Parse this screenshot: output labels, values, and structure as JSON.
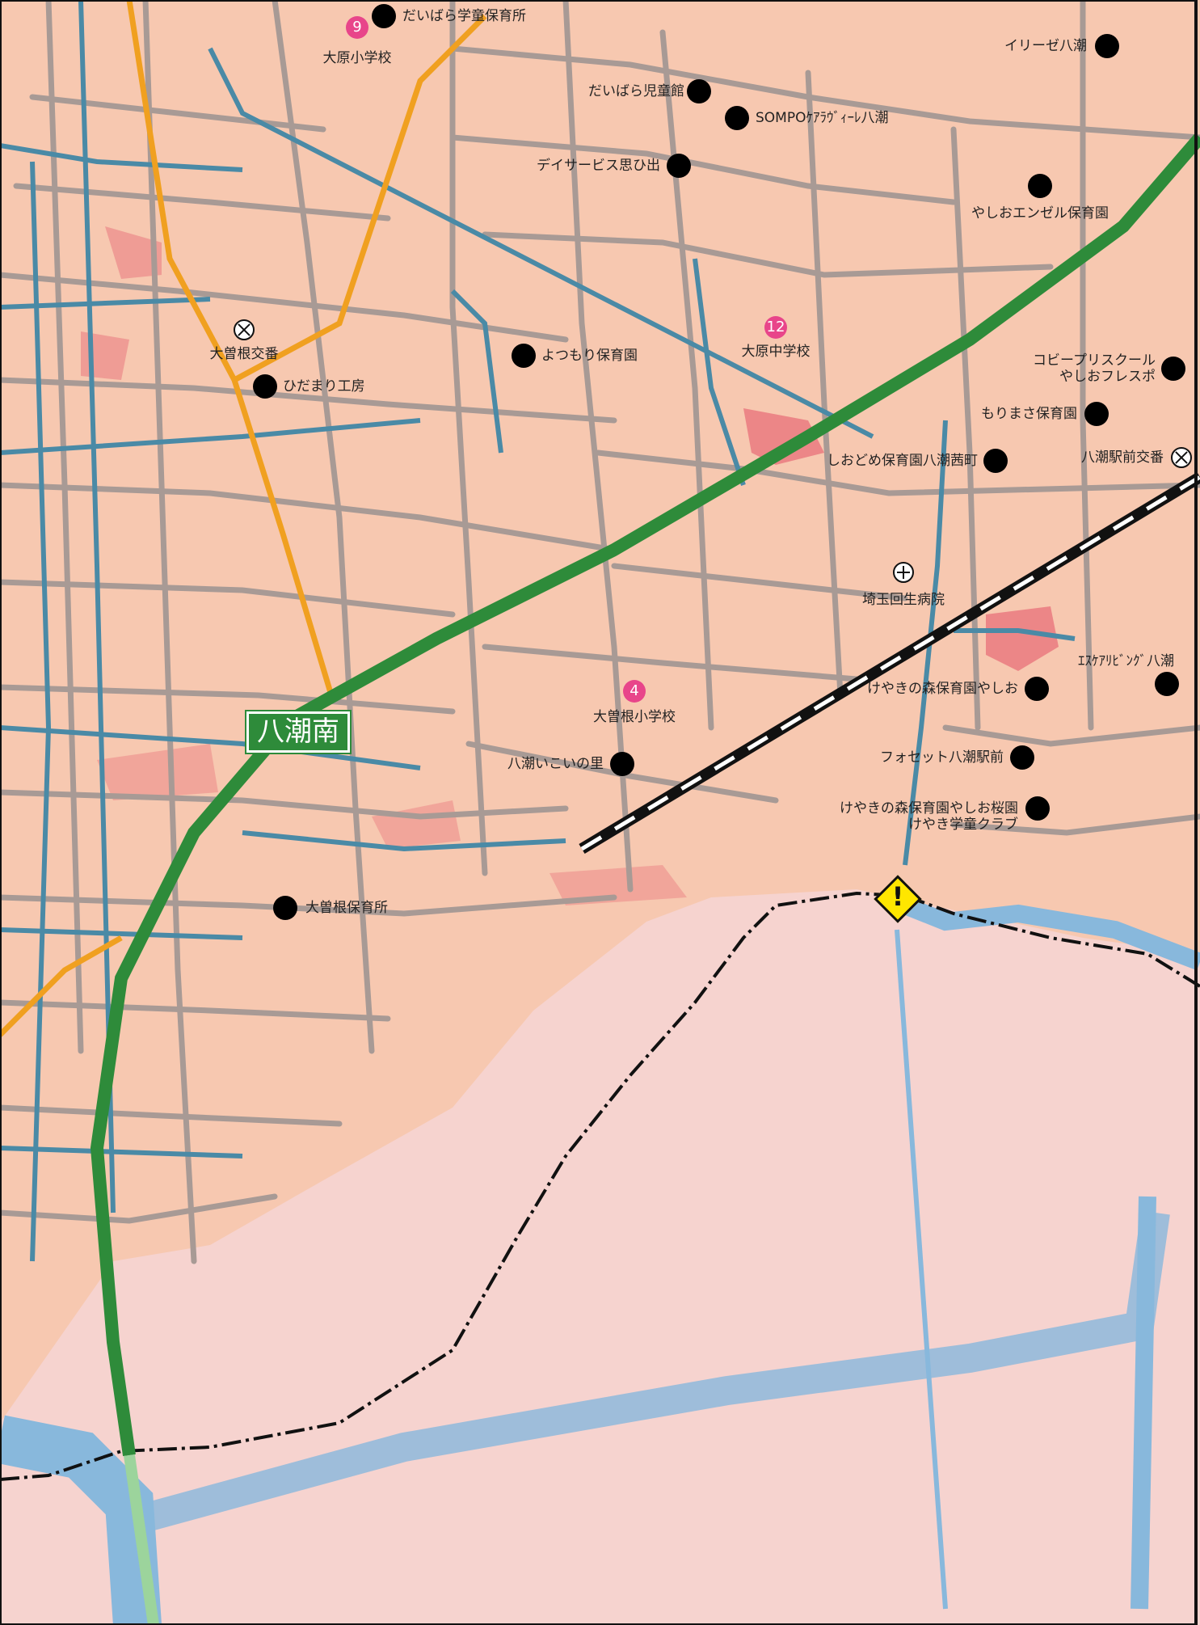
{
  "colors": {
    "land": "#f7c8b0",
    "flood_zone": "#f6d3cf",
    "flood_high": "#e8707a",
    "road_minor": "#a89a95",
    "road_blue": "#4a8aa6",
    "route_orange": "#f0a020",
    "expressway_green": "#2e8b3a",
    "river": "#88b8dc",
    "railway": "#111111"
  },
  "station": {
    "name": "八潮南"
  },
  "warning_marker": {
    "symbol": "!"
  },
  "schools": [
    {
      "number": "9",
      "name": "大原小学校",
      "color": "#e8458a"
    },
    {
      "number": "12",
      "name": "大原中学校",
      "color": "#e8458a"
    },
    {
      "number": "4",
      "name": "大曽根小学校",
      "color": "#e8458a"
    }
  ],
  "police_boxes": [
    {
      "name": "大曽根交番",
      "icon": "koban-icon"
    },
    {
      "name": "八潮駅前交番",
      "icon": "koban-icon"
    }
  ],
  "hospital": {
    "name": "埼玉回生病院",
    "icon": "hospital-cross-icon"
  },
  "facilities": [
    {
      "name": "だいばら学童保育所"
    },
    {
      "name": "イリーゼ八潮"
    },
    {
      "name": "だいばら児童館"
    },
    {
      "name": "SOMPOｹｱﾗｳﾞｨｰﾚ八潮"
    },
    {
      "name": "デイサービス思ひ出"
    },
    {
      "name": "やしおエンゼル保育園"
    },
    {
      "name": "よつもり保育園"
    },
    {
      "name": "ひだまり工房"
    },
    {
      "name": "コビープリスクール\nやしおフレスポ"
    },
    {
      "name": "もりまさ保育園"
    },
    {
      "name": "しおどめ保育園八潮茜町"
    },
    {
      "name": "ｴｽｹｱﾘﾋﾞﾝｸﾞ八潮"
    },
    {
      "name": "けやきの森保育園やしお"
    },
    {
      "name": "八潮いこいの里"
    },
    {
      "name": "フォセット八潮駅前"
    },
    {
      "name": "けやきの森保育園やしお桜園\nけやき学童クラブ"
    },
    {
      "name": "大曽根保育所"
    }
  ]
}
